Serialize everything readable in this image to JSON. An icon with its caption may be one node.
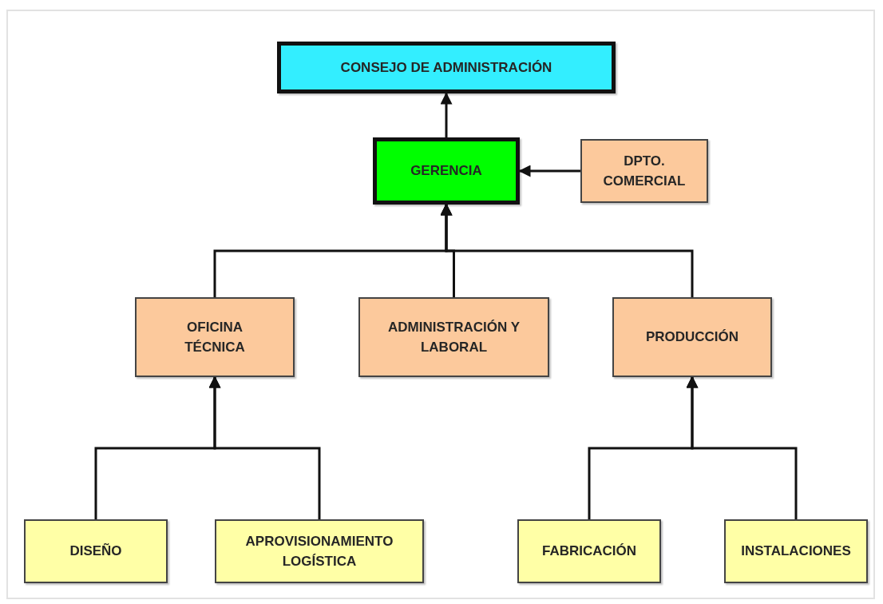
{
  "diagram": {
    "nodes": [
      {
        "text": [
          "CONSEJO DE ADMINISTRACIÓN"
        ]
      },
      {
        "text": [
          "GERENCIA"
        ]
      },
      {
        "text": [
          "DPTO. COMERCIAL"
        ]
      },
      {
        "text": [
          "OFICINA TÉCNICA"
        ]
      },
      {
        "text": [
          "ADMINISTRACIÓN Y LABORAL"
        ]
      },
      {
        "text": [
          "PRODUCCIÓN"
        ]
      },
      {
        "text": [
          "DISEÑO"
        ]
      },
      {
        "text": [
          "APROVISIONAMIENTO LOGÍSTICA"
        ]
      },
      {
        "text": [
          "FABRICACIÓN"
        ]
      },
      {
        "text": [
          "INSTALACIONES"
        ]
      }
    ],
    "edges": [
      {
        "from": 1,
        "to": 0,
        "arrow": "to"
      },
      {
        "from": 2,
        "to": 1,
        "arrow": "to"
      },
      {
        "from": 3,
        "to": 1,
        "arrow": "to"
      },
      {
        "from": 4,
        "to": 1,
        "arrow": "to"
      },
      {
        "from": 5,
        "to": 1,
        "arrow": "to"
      },
      {
        "from": 6,
        "to": 3,
        "arrow": "to"
      },
      {
        "from": 7,
        "to": 3,
        "arrow": "to"
      },
      {
        "from": 8,
        "to": 5,
        "arrow": "to"
      },
      {
        "from": 9,
        "to": 5,
        "arrow": "to"
      }
    ]
  }
}
